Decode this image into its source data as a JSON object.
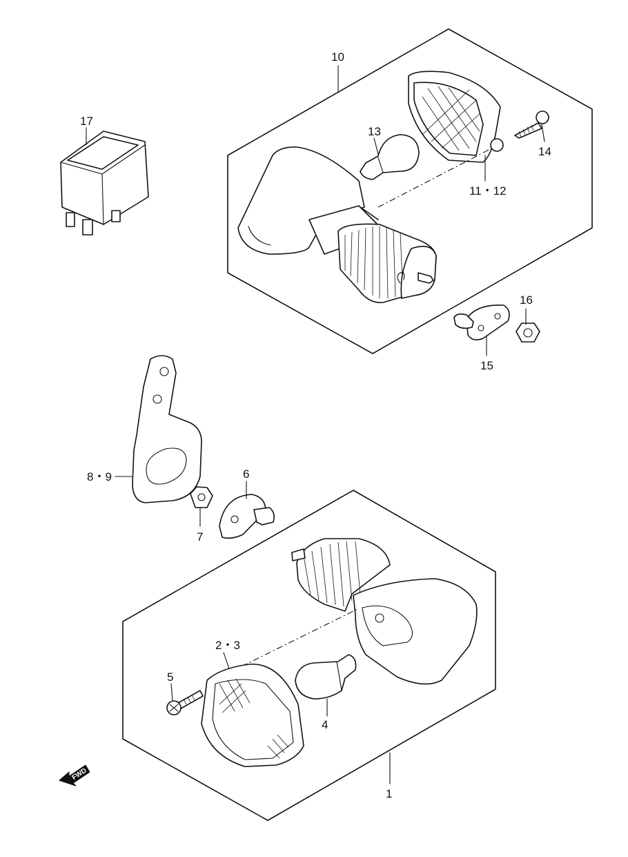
{
  "callouts": {
    "p1": "1",
    "p2_3": "2・3",
    "p4": "4",
    "p5": "5",
    "p6": "6",
    "p7": "7",
    "p8_9": "8・9",
    "p10": "10",
    "p11_12": "11・12",
    "p13": "13",
    "p14": "14",
    "p15": "15",
    "p16": "16",
    "p17": "17"
  },
  "direction_marker": {
    "label": "FWD",
    "icon": "forward-arrow-icon"
  }
}
